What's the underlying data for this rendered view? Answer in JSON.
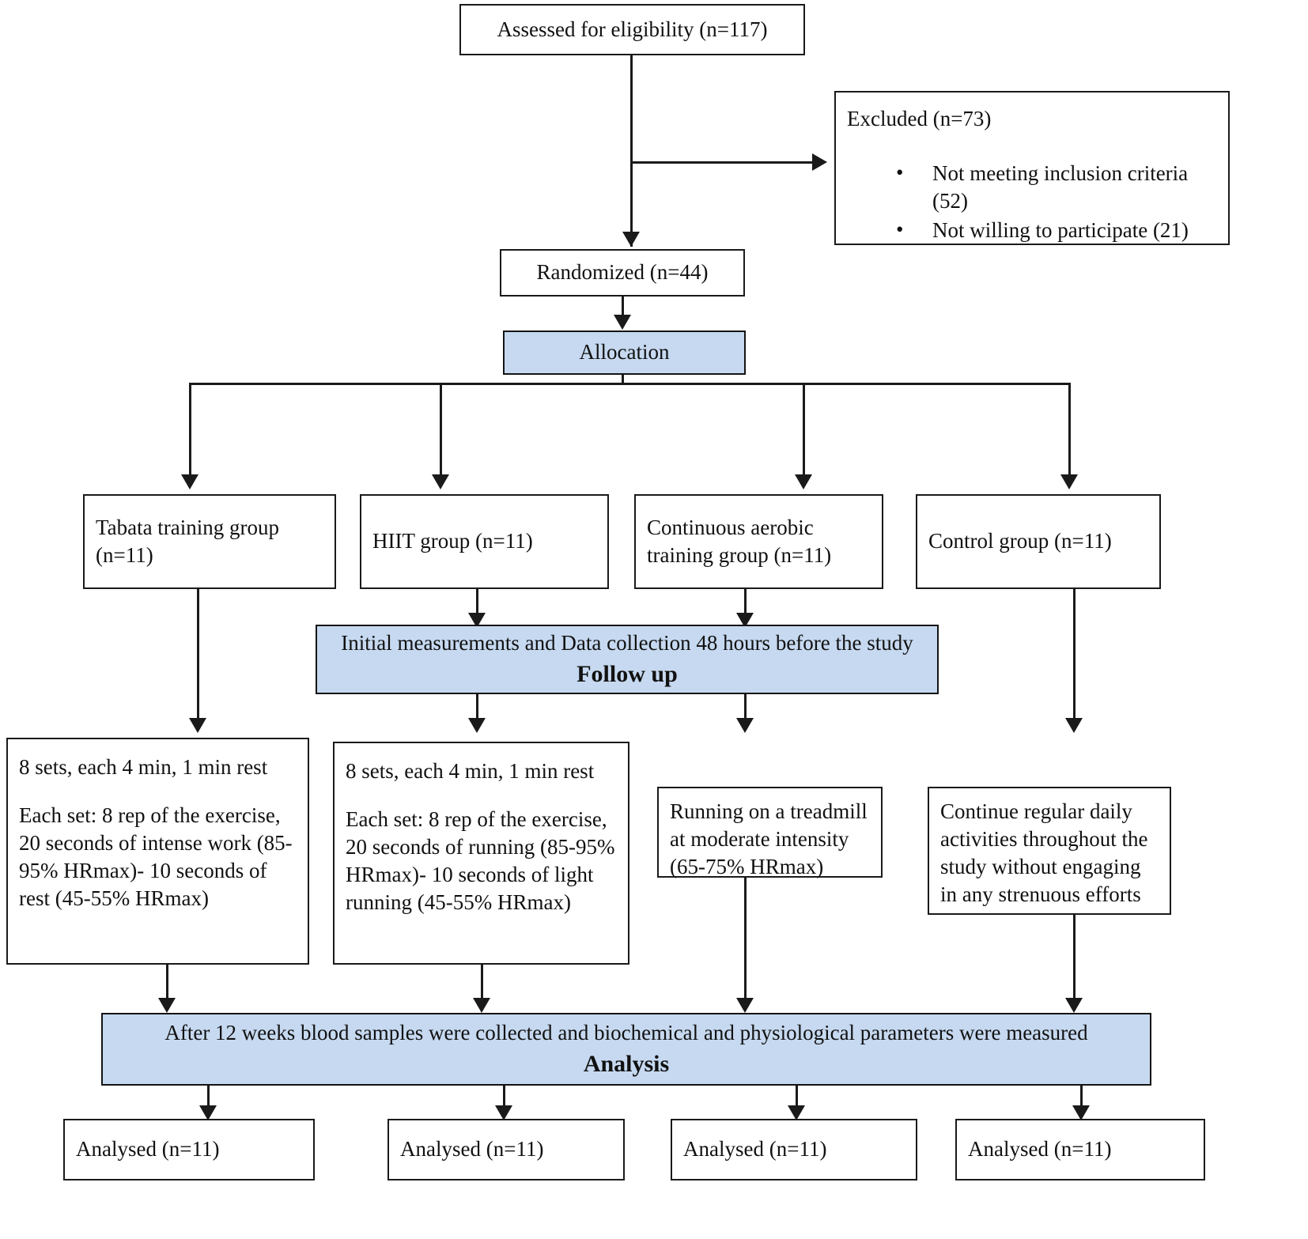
{
  "diagram": {
    "type": "CONSORT participant flow diagram",
    "accent_blue": "#c6d9f0",
    "line_color": "#1a1a1a"
  },
  "enrollment": {
    "assessed": "Assessed for eligibility (n=117)",
    "excluded_title": "Excluded (n=73)",
    "excluded_reasons": [
      "Not meeting inclusion criteria (52)",
      "Not willing to participate (21)"
    ],
    "bullet_glyph": "•",
    "randomized": "Randomized (n=44)"
  },
  "allocation": {
    "stage_label": "Allocation",
    "groups": [
      "Tabata training group (n=11)",
      "HIIT group (n=11)",
      "Continuous aerobic training group (n=11)",
      "Control group (n=11)"
    ]
  },
  "followup": {
    "line1": "Initial measurements and Data collection 48 hours before the study",
    "stage_label": "Follow up"
  },
  "interventions": [
    {
      "p1": "8 sets, each 4 min, 1 min rest",
      "p2": "Each set: 8 rep of the exercise, 20 seconds of intense work (85-95% HRmax)- 10 seconds of rest (45-55% HRmax)"
    },
    {
      "p1": "8 sets, each 4 min, 1 min rest",
      "p2": "Each set: 8 rep of the exercise, 20 seconds of running (85-95% HRmax)- 10 seconds of light running (45-55% HRmax)"
    },
    {
      "p1": "Running on a treadmill at moderate intensity (65-75% HRmax)",
      "p2": ""
    },
    {
      "p1": "Continue regular daily activities throughout the study without engaging in any strenuous efforts",
      "p2": ""
    }
  ],
  "analysis": {
    "line1": "After 12 weeks blood samples were collected and biochemical and physiological parameters were measured",
    "stage_label": "Analysis",
    "analysed": [
      "Analysed (n=11)",
      "Analysed (n=11)",
      "Analysed (n=11)",
      "Analysed (n=11)"
    ]
  }
}
